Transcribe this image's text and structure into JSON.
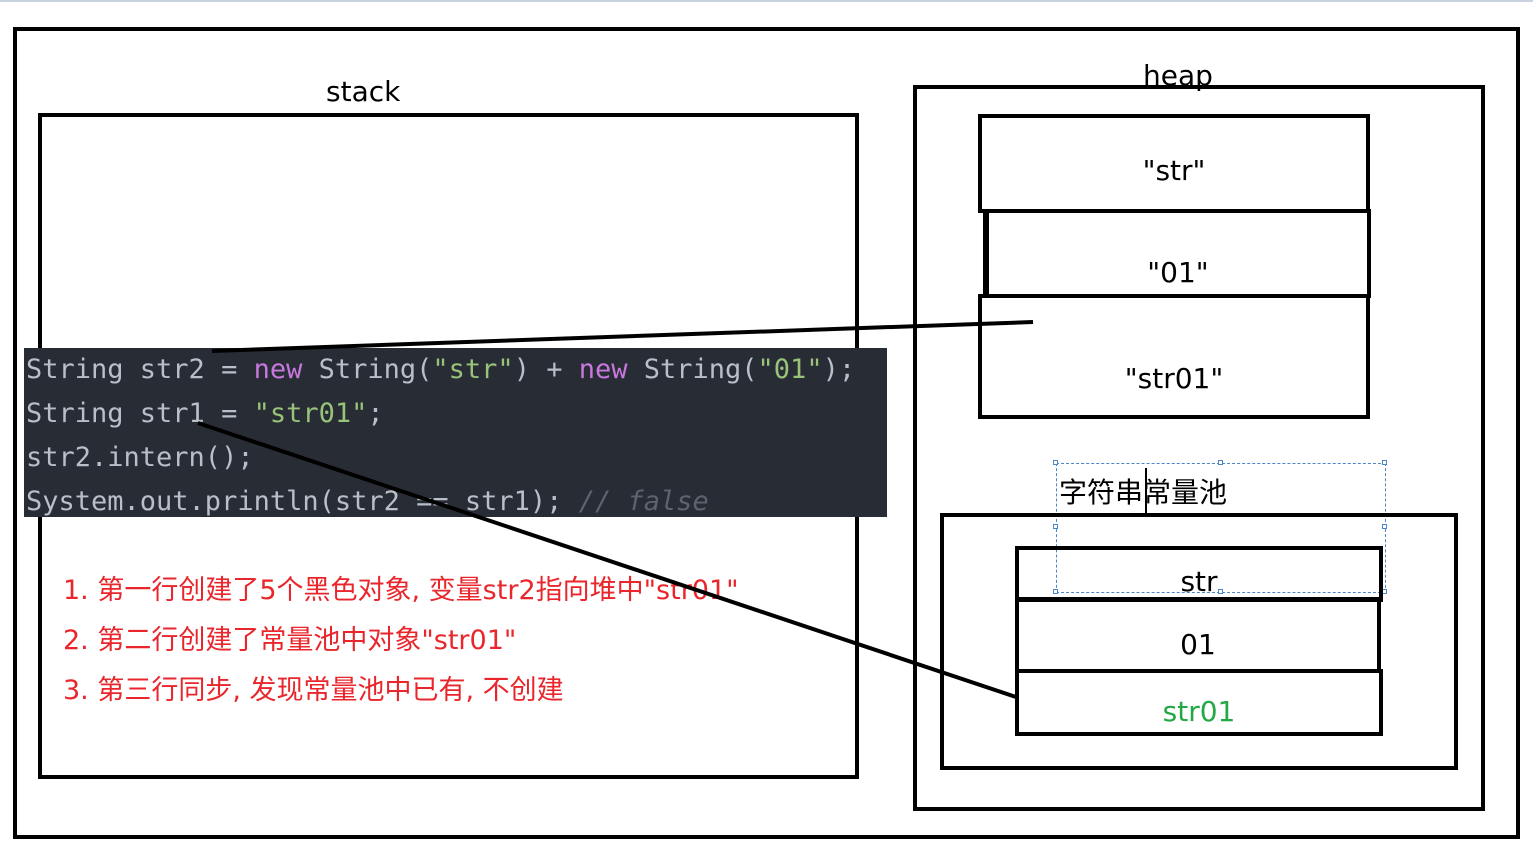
{
  "stack": {
    "title": "stack"
  },
  "heap": {
    "title": "heap",
    "objects": [
      "\"str\"",
      "\"01\"",
      "\"str01\""
    ]
  },
  "pool": {
    "title": "字符串常量池",
    "items": [
      "str",
      "01",
      "str01"
    ],
    "highlight_color": "#22a845"
  },
  "code": {
    "lines": [
      [
        {
          "t": "String str2 = "
        },
        {
          "t": "new",
          "c": "kw"
        },
        {
          "t": " String("
        },
        {
          "t": "\"str\"",
          "c": "st"
        },
        {
          "t": ") + "
        },
        {
          "t": "new",
          "c": "kw"
        },
        {
          "t": " String("
        },
        {
          "t": "\"01\"",
          "c": "st"
        },
        {
          "t": ");"
        }
      ],
      [
        {
          "t": "String str1 = "
        },
        {
          "t": "\"str01\"",
          "c": "st"
        },
        {
          "t": ";"
        }
      ],
      [
        {
          "t": "str2.intern();"
        }
      ],
      [
        {
          "t": "System.out.println(str2 == str1); "
        },
        {
          "t": "// false",
          "c": "cm"
        }
      ]
    ]
  },
  "notes": [
    "1. 第一行创建了5个黑色对象, 变量str2指向堆中\"str01\"",
    "2. 第二行创建了常量池中对象\"str01\"",
    "3. 第三行同步, 发现常量池中已有, 不创建"
  ],
  "colors": {
    "note": "#e8262b",
    "code_bg": "#282c34",
    "keyword": "#c678dd",
    "string": "#98c379",
    "comment": "#5c6370"
  }
}
